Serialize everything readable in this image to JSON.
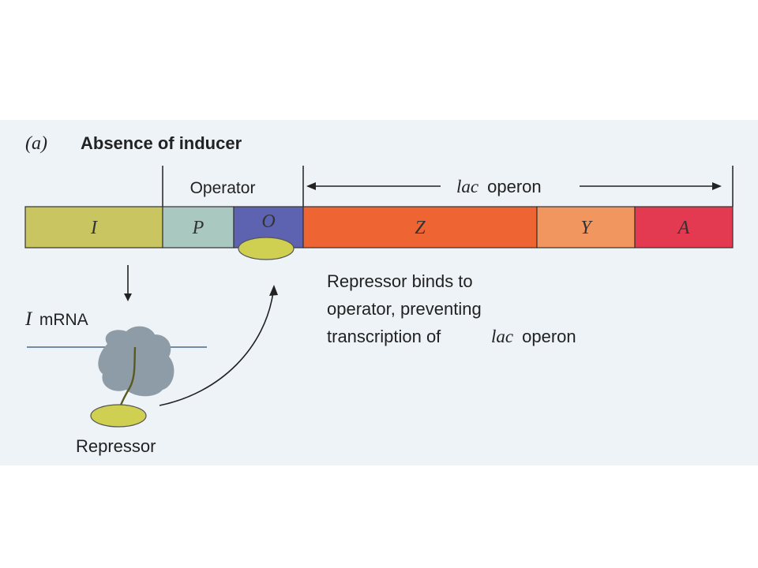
{
  "panel": {
    "label": "(a)",
    "title": "Absence of inducer"
  },
  "labels": {
    "operator": "Operator",
    "lac_operon_italic": "lac",
    "lac_operon_rest": " operon",
    "i_mrna_italic": "I",
    "i_mrna_rest": " mRNA",
    "repressor": "Repressor"
  },
  "genes": [
    {
      "key": "I",
      "label": "I",
      "color": "#c9c561"
    },
    {
      "key": "P",
      "label": "P",
      "color": "#a9c8c0"
    },
    {
      "key": "O",
      "label": "O",
      "color": "#5d63b0"
    },
    {
      "key": "Z",
      "label": "Z",
      "color": "#ee6533"
    },
    {
      "key": "Y",
      "label": "Y",
      "color": "#f2965f"
    },
    {
      "key": "A",
      "label": "A",
      "color": "#e33a52"
    }
  ],
  "caption": {
    "line1": "Repressor binds to",
    "line2": "operator, preventing",
    "line3_prefix": "transcription of ",
    "line3_italic": "lac",
    "line3_suffix": " operon"
  },
  "colors": {
    "repressor": "#cfcf52",
    "ribosome": "#8d9ca6",
    "mrna_line": "#4a6a8a",
    "stroke": "#333333"
  }
}
